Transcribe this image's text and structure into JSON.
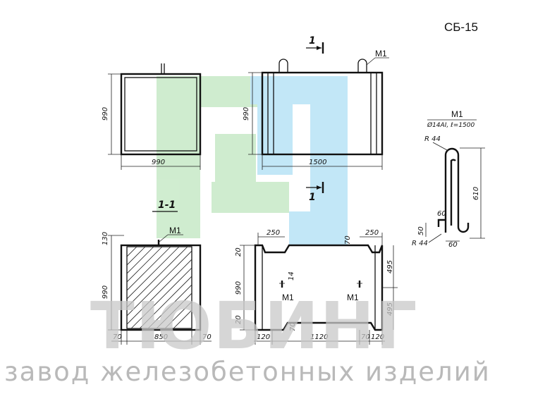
{
  "drawing_code": "СБ-15",
  "section_label": "1-1",
  "cut_marker": "1",
  "part_label": "М1",
  "bar_spec": "Ø14АI, ℓ=1500",
  "dims": {
    "d990": "990",
    "d1500": "1500",
    "d850": "850",
    "d1120": "1120",
    "d250": "250",
    "d130": "130",
    "d70": "70",
    "d20": "20",
    "d14": "14",
    "d495": "495",
    "d120": "120",
    "d60": "60",
    "d50": "50",
    "d610": "610",
    "r44": "R 44"
  },
  "watermark": {
    "brand": "ТЮБИНГ",
    "tagline": "завод железобетонных изделий"
  },
  "colors": {
    "logo_green": "#cdeccd",
    "logo_blue": "#bfe6f7",
    "line": "#111111",
    "watermark_text": "#c8c8c8"
  }
}
